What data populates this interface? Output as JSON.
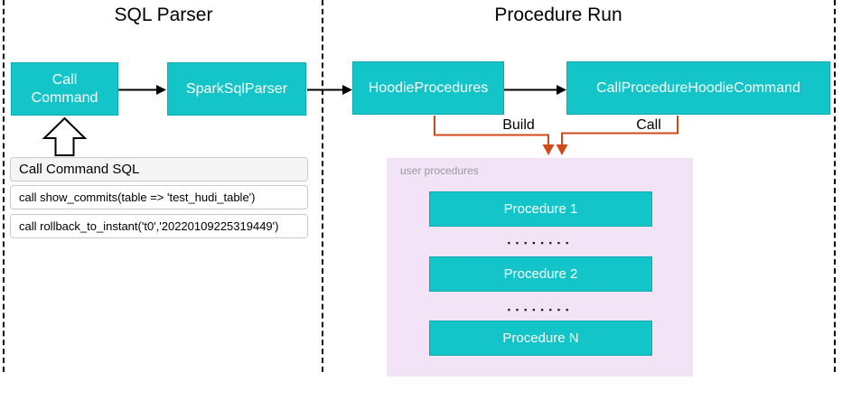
{
  "diagram": {
    "sections": {
      "sql_parser": {
        "title": "SQL Parser"
      },
      "procedure_run": {
        "title": "Procedure Run"
      }
    },
    "nodes": {
      "call_command": {
        "label": "Call Command"
      },
      "spark_sql_parser": {
        "label": "SparkSqlParser"
      },
      "hoodie_procedures": {
        "label": "HoodieProcedures"
      },
      "call_procedure_hoodie_command": {
        "label": "CallProcedureHoodieCommand"
      }
    },
    "edges": {
      "build": {
        "label": "Build"
      },
      "call": {
        "label": "Call"
      }
    },
    "sql_panel": {
      "header": "Call Command SQL",
      "rows": [
        "call show_commits(table => 'test_hudi_table')",
        "call rollback_to_instant('t0','20220109225319449')"
      ]
    },
    "user_procedures": {
      "label": "user procedures",
      "items": [
        "Procedure 1",
        "Procedure 2",
        "Procedure N"
      ],
      "ellipsis": "▪▪▪▪▪▪▪▪"
    },
    "colors": {
      "node_fill": "#13C5C9",
      "node_border": "#0FA9AF",
      "connector_orange": "#D2491C",
      "user_procedures_bg": "#F2E3F6",
      "sql_header_bg": "#F5F5F5",
      "arrow_black": "#000000"
    }
  }
}
